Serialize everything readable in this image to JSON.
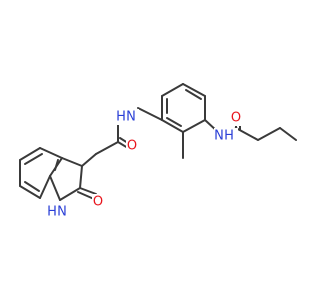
{
  "molecule": {
    "atom_labels": {
      "amide_nh_right": "N",
      "amide_h_right": "H",
      "carbonyl_o_right": "O",
      "amide_nh_middle": "N",
      "amide_h_middle": "H",
      "carbonyl_o_middle": "O",
      "oxindole_o": "O",
      "oxindole_h": "H",
      "oxindole_n": "N"
    }
  },
  "colors": {
    "bond": "#3a3a3a",
    "nitrogen": "#2a3fd6",
    "oxygen": "#e8141c",
    "background": "#ffffff"
  }
}
